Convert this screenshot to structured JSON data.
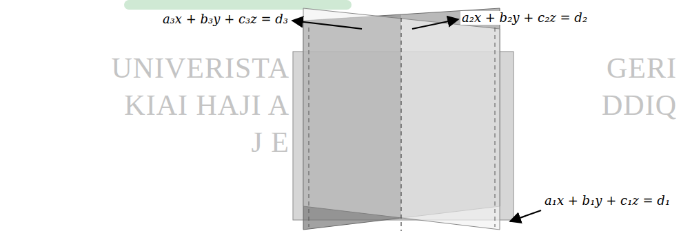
{
  "diagram": {
    "labels": [
      "UNIVERISTA",
      "GERI",
      "KIAI HAJI A",
      "DDIQ",
      "J E",
      "a₃x + b₃y + c₃z = d₃",
      "a₂x + b₂y + c₂z = d₂",
      "a₁x + b₁y + c₁z = d₁"
    ]
  }
}
